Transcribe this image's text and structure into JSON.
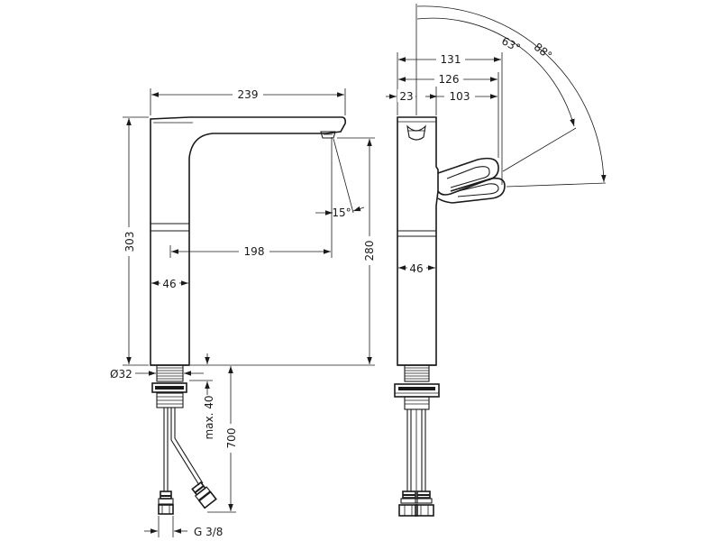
{
  "dimensions": {
    "spout_reach_total": "239",
    "overall_height": "303",
    "spout_reach": "198",
    "spout_angle": "15°",
    "outlet_height": "280",
    "body_width_front": "46",
    "thread_diameter": "Ø32",
    "max_worktop_thickness": "max. 40",
    "hose_length": "700",
    "hose_connection": "G 3/8",
    "swivel_131": "131",
    "swivel_126": "126",
    "offset_23": "23",
    "offset_103": "103",
    "angle_63": "63°",
    "angle_88": "88°",
    "body_width_side": "46"
  }
}
